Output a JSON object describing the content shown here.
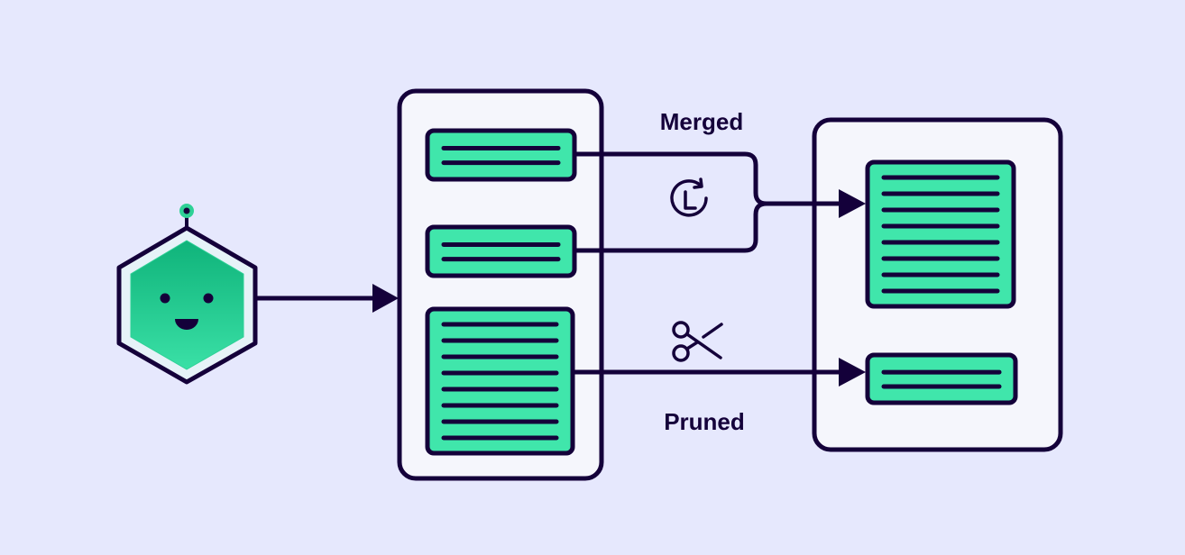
{
  "diagram": {
    "title_nodes": {
      "agent": "agent-robot",
      "source_panel": "memory-store-before",
      "target_panel": "memory-store-after"
    },
    "labels": {
      "merged": "Merged",
      "pruned": "Pruned"
    },
    "icons": {
      "merge_icon": "clock-refresh-icon",
      "prune_icon": "scissors-icon",
      "agent_icon": "robot-hexagon-icon"
    },
    "source_items": [
      {
        "name": "memory-item-short-1",
        "lines": 2
      },
      {
        "name": "memory-item-short-2",
        "lines": 2
      },
      {
        "name": "memory-item-long",
        "lines": 8
      }
    ],
    "target_items": [
      {
        "name": "memory-item-merged",
        "lines": 8
      },
      {
        "name": "memory-item-pruned",
        "lines": 2
      }
    ],
    "colors": {
      "background": "#e6e8fd",
      "stroke": "#14003a",
      "card_fill": "#40e6ab",
      "panel_fill": "#f5f6fc",
      "agent_gradient_top": "#0fb37a",
      "agent_gradient_bottom": "#3ae0a6",
      "agent_ring": "#e6f2f8"
    }
  }
}
